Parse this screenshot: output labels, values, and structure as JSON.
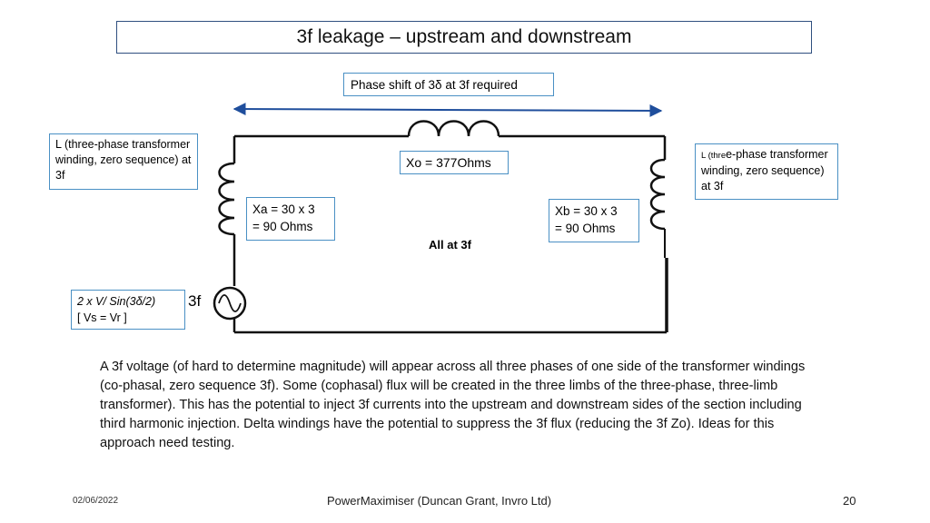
{
  "slide": {
    "title": "3f leakage – upstream and downstream",
    "phase_shift_label": "Phase shift of 3δ at 3f required",
    "left_inductor_label": "L (three-phase transformer winding, zero sequence) at 3f",
    "right_inductor_label_small": "L (thre",
    "right_inductor_label_rest": "e-phase transformer winding, zero sequence) at 3f",
    "xo_label": "Xo = 377Ohms",
    "xa_line1": "Xa = 30 x 3",
    "xa_line2": "= 90 Ohms",
    "xb_line1": "Xb = 30 x 3",
    "xb_line2": "= 90 Ohms",
    "all_at_label": "All at 3f",
    "source_line1": "2 x V/ Sin(3δ/2)",
    "source_line2": "[ Vs = Vr ]",
    "source_freq_label": "3f",
    "paragraph": "A 3f voltage (of hard to determine magnitude) will appear across all three phases of one side of the transformer windings (co-phasal, zero sequence 3f). Some (cophasal) flux will be created in the three limbs of the three-phase, three-limb transformer). This has the potential to inject 3f currents into the upstream and downstream sides of the section including third harmonic injection. Delta windings have the potential to suppress the 3f flux (reducing the 3f Zo). Ideas for this approach need testing."
  },
  "footer": {
    "date": "02/06/2022",
    "center": "PowerMaximiser  (Duncan Grant, Invro Ltd)",
    "page": "20"
  },
  "colors": {
    "box_border": "#4a90c4",
    "title_border": "#2f4f7f",
    "arrow": "#1f4e9c",
    "wire": "#111111"
  },
  "icons": {
    "source": "ac-source-icon",
    "inductor": "inductor-icon"
  }
}
